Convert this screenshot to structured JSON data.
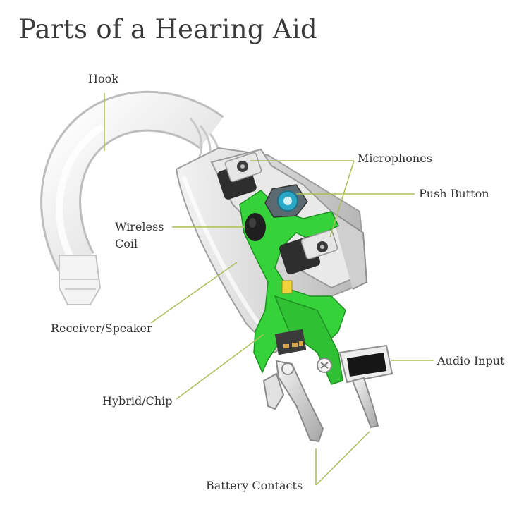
{
  "title": "Parts of a Hearing Aid",
  "labels": {
    "hook": "Hook",
    "microphones": "Microphones",
    "push_button": "Push Button",
    "wireless_coil_line1": "Wireless",
    "wireless_coil_line2": "Coil",
    "receiver_speaker": "Receiver/Speaker",
    "audio_input": "Audio Input",
    "hybrid_chip": "Hybrid/Chip",
    "battery_contacts": "Battery Contacts"
  },
  "colors": {
    "leader_line": "#a8bf5c",
    "circuit_green": "#35d23a",
    "shell_gray": "#d9d9d9",
    "hook_white": "#f2f2f2",
    "dark_component": "#2e2e2e",
    "button_cyan": "#29a9c7",
    "title_text": "#3a3a3a"
  }
}
